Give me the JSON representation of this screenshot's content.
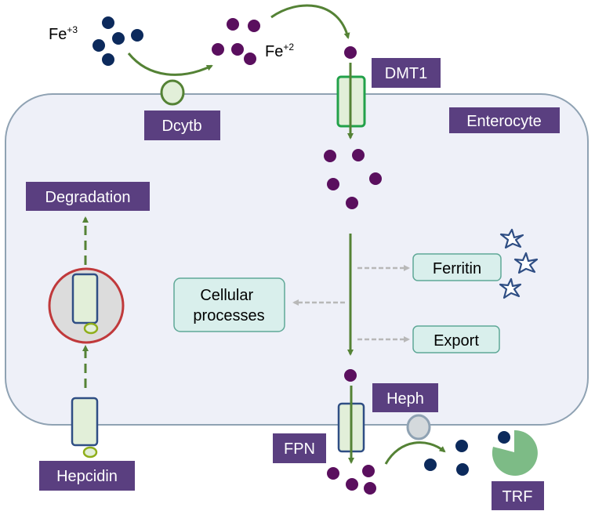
{
  "labels": {
    "fe3": "Fe",
    "fe3_sup": "+3",
    "fe2": "Fe",
    "fe2_sup": "+2",
    "dcytb": "Dcytb",
    "dmt1": "DMT1",
    "enterocyte": "Enterocyte",
    "degradation": "Degradation",
    "ferritin": "Ferritin",
    "cellular_processes_line1": "Cellular",
    "cellular_processes_line2": "processes",
    "export": "Export",
    "heph": "Heph",
    "fpn": "FPN",
    "hepcidin": "Hepcidin",
    "trf": "TRF"
  },
  "colors": {
    "cell_fill": "#eef0f8",
    "cell_stroke": "#8fa2b3",
    "label_box": "#5a3f80",
    "label_text": "#ffffff",
    "fe3_dot": "#0c2a5c",
    "fe2_dot": "#5a0f5e",
    "arrow_green": "#548235",
    "dashed_gray": "#b8b8b8",
    "transporter_fill": "#e2efd9",
    "transporter_blue": "#2f4e84",
    "transporter_green": "#22a14a",
    "vesicle_ring": "#c0393b",
    "process_box_fill": "#d9efec",
    "process_box_stroke": "#5fa897",
    "star_stroke": "#2f4e84",
    "trf_fill": "#7dbb86",
    "heph_fill": "#d4d9dc"
  },
  "icons": {
    "ferritin": "star-icon",
    "transferrin": "pacman-icon"
  }
}
